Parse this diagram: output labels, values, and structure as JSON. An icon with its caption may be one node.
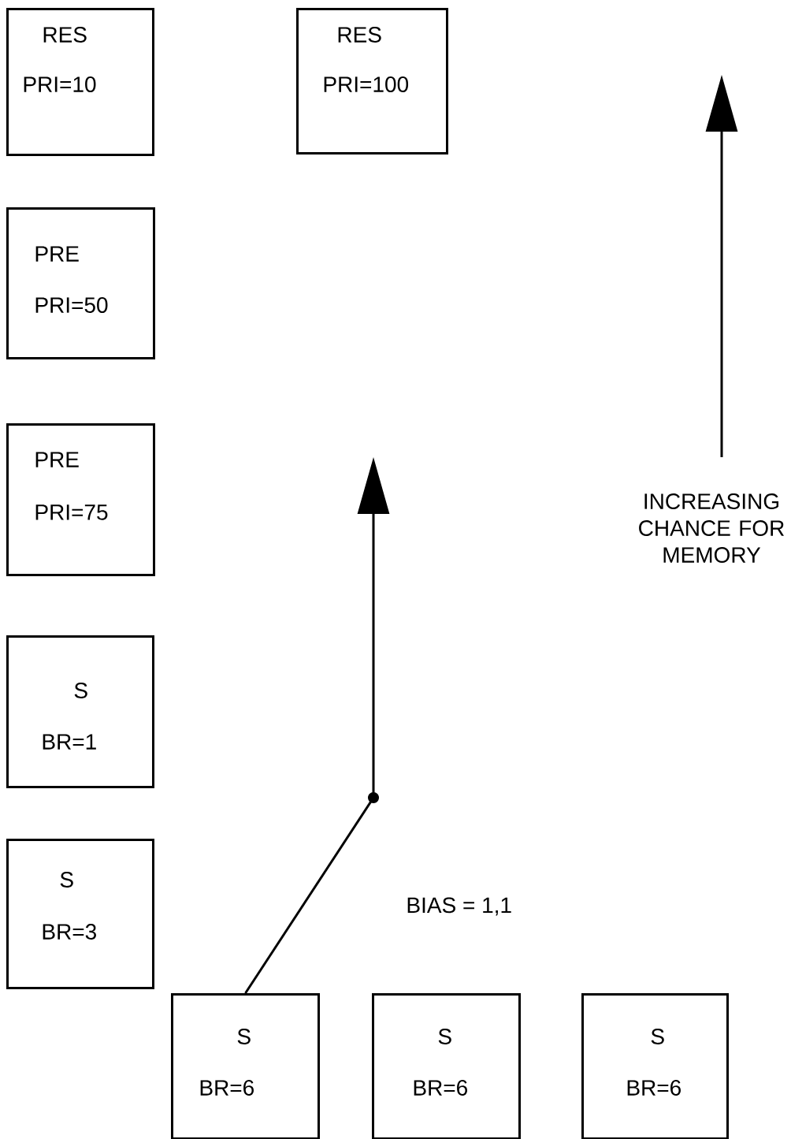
{
  "diagram": {
    "nodes": [
      {
        "text": [
          "RES",
          "PRI=10"
        ]
      },
      {
        "text": [
          "RES",
          "PRI=100"
        ]
      },
      {
        "text": [
          "PRE",
          "PRI=50"
        ]
      },
      {
        "text": [
          "PRE",
          "PRI=75"
        ]
      },
      {
        "text": [
          "S",
          "BR=1"
        ]
      },
      {
        "text": [
          "S",
          "BR=3"
        ]
      },
      {
        "text": [
          "S",
          "BR=6"
        ]
      },
      {
        "text": [
          "S",
          "BR=6"
        ]
      },
      {
        "text": [
          "S",
          "BR=6"
        ]
      },
      {
        "text": [],
        "shape": "circle"
      }
    ],
    "edges": [
      {
        "from": 6,
        "to": 9,
        "arrow": "none"
      },
      {
        "from": 9,
        "to": null,
        "arrow": "to"
      }
    ],
    "labels": [
      "INCREASING CHANCE FOR MEMORY",
      "BIAS = 1,1"
    ]
  }
}
